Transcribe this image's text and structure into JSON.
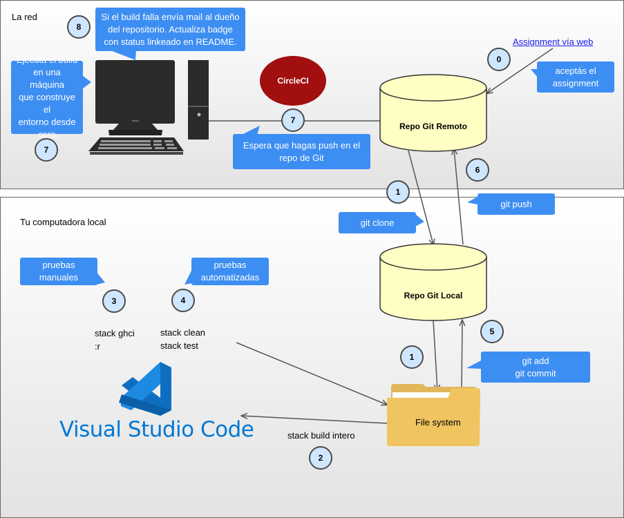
{
  "regions": {
    "network_label": "La red",
    "local_label": "Tu computadora local"
  },
  "nodes": {
    "remote_repo": "Repo Git Remoto",
    "local_repo": "Repo Git Local",
    "circleci": "CircleCI",
    "file_system": "File system",
    "vscode_brand": "Visual Studio Code",
    "assignment_link": "Assignment vía web"
  },
  "bubbles": {
    "b8": [
      "Si el build falla envía mail al dueño",
      "del repositorio. Actualiza badge",
      "con status linkeado en README."
    ],
    "b7a": [
      "Ejecuta el build",
      "en una máquina",
      "que construye el",
      "entorno desde",
      "cero"
    ],
    "b0": [
      "aceptás el",
      "assignment"
    ],
    "b7b": [
      "Espera que hagas push en el",
      "repo de Git"
    ],
    "git_clone": [
      "git clone"
    ],
    "git_push": [
      "git push"
    ],
    "manual_tests": [
      "pruebas",
      "manuales"
    ],
    "auto_tests": [
      "pruebas",
      "automatizadas"
    ],
    "git_add_commit": [
      "git add",
      "git commit"
    ]
  },
  "steps": {
    "s8": "8",
    "s7a": "7",
    "s0": "0",
    "s7b": "7",
    "s1a": "1",
    "s6": "6",
    "s3": "3",
    "s4": "4",
    "s5": "5",
    "s1b": "1",
    "s2": "2"
  },
  "commands": {
    "ghci_1": "stack ghci",
    "ghci_2": ":r",
    "test_1": "stack clean",
    "test_2": "stack test",
    "build": "stack build intero"
  },
  "colors": {
    "bubble": "#3d8ef2",
    "step_circle": "#cfe6ff",
    "cylinder": "#ffffc4",
    "circleci": "#a20f0f",
    "folder": "#f0c460",
    "vscode": "#0078d4",
    "computer": "#2b2b2b"
  }
}
